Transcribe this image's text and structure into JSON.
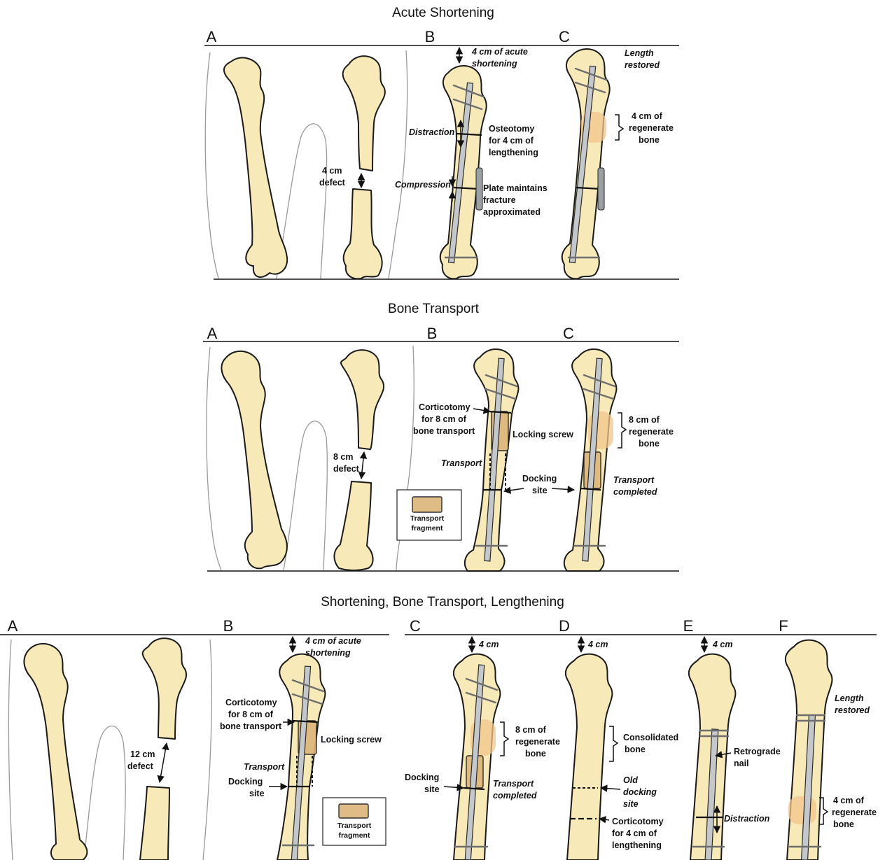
{
  "sections": {
    "acute": {
      "title": "Acute Shortening",
      "letters": [
        "A",
        "B",
        "C"
      ],
      "labels": {
        "acute_short_1": "4 cm of acute",
        "acute_short_2": "shortening",
        "defect_1": "4 cm",
        "defect_2": "defect",
        "distraction": "Distraction",
        "osteo_1": "Osteotomy",
        "osteo_2": "for 4 cm of",
        "osteo_3": "lengthening",
        "compression": "Compression",
        "plate_1": "Plate maintains",
        "plate_2": "fracture",
        "plate_3": "approximated",
        "length_1": "Length",
        "length_2": "restored",
        "regen_1": "4 cm of",
        "regen_2": "regenerate",
        "regen_3": "bone"
      }
    },
    "transport": {
      "title": "Bone Transport",
      "letters": [
        "A",
        "B",
        "C"
      ],
      "labels": {
        "defect_1": "8 cm",
        "defect_2": "defect",
        "cortico_1": "Corticotomy",
        "cortico_2": "for 8 cm of",
        "cortico_3": "bone transport",
        "locking": "Locking screw",
        "transport": "Transport",
        "docking_1": "Docking",
        "docking_2": "site",
        "legend_1": "Transport",
        "legend_2": "fragment",
        "regen_1": "8 cm of",
        "regen_2": "regenerate",
        "regen_3": "bone",
        "completed_1": "Transport",
        "completed_2": "completed"
      }
    },
    "combined": {
      "title": "Shortening, Bone Transport, Lengthening",
      "letters": [
        "A",
        "B",
        "C",
        "D",
        "E",
        "F"
      ],
      "labels": {
        "defect_1": "12 cm",
        "defect_2": "defect",
        "acute_short_1": "4 cm of acute",
        "acute_short_2": "shortening",
        "cortico_1": "Corticotomy",
        "cortico_2": "for 8 cm of",
        "cortico_3": "bone transport",
        "locking": "Locking screw",
        "transport": "Transport",
        "docking_1": "Docking",
        "docking_2": "site",
        "legend_1": "Transport",
        "legend_2": "fragment",
        "four_cm": "4 cm",
        "regen8_1": "8 cm of",
        "regen8_2": "regenerate",
        "regen8_3": "bone",
        "c_docking_1": "Docking",
        "c_docking_2": "site",
        "completed_1": "Transport",
        "completed_2": "completed",
        "consol_1": "Consolidated",
        "consol_2": "bone",
        "old_1": "Old",
        "old_2": "docking",
        "old_3": "site",
        "cortico4_1": "Corticotomy",
        "cortico4_2": "for 4 cm of",
        "cortico4_3": "lengthening",
        "retro_1": "Retrograde",
        "retro_2": "nail",
        "distraction": "Distraction",
        "length_1": "Length",
        "length_2": "restored",
        "regen4_1": "4 cm of",
        "regen4_2": "regenerate",
        "regen4_3": "bone"
      }
    }
  },
  "colors": {
    "bone": "#f7eab8",
    "transport_fragment": "#dcb47a",
    "regenerate": "#f2c68c",
    "nail": "#c4c8cb"
  }
}
